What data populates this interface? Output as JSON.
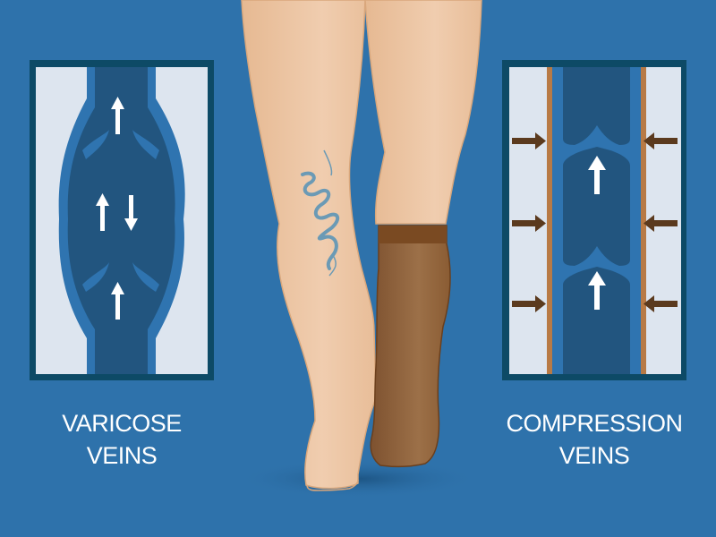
{
  "background_color": "#2e72ab",
  "left_panel": {
    "title_line1": "VARICOSE",
    "title_line2": "VEINS",
    "frame_color": "#0d4a66",
    "vein_wall_color": "#2f74b0",
    "blood_color": "#22557f",
    "tissue_color": "#dde5ef",
    "arrows": [
      "arrow-up",
      "arrow-up-down",
      "arrow-up"
    ]
  },
  "right_panel": {
    "title_line1": "COMPRESSION",
    "title_line2": "VEINS",
    "frame_color": "#0d4a66",
    "stocking_line_color": "#b87a45",
    "compression_arrow_color": "#5b3a1e",
    "arrows": [
      "arrow-up",
      "arrow-up"
    ],
    "compression_arrows_per_side": 3
  },
  "center_illustration": {
    "left_leg": "bare leg with visible varicose vein",
    "right_leg": "leg wearing brown compression stocking",
    "skin_color": "#ebc4a0",
    "stocking_color": "#8b5e34",
    "vein_color": "#6b9ab5"
  }
}
